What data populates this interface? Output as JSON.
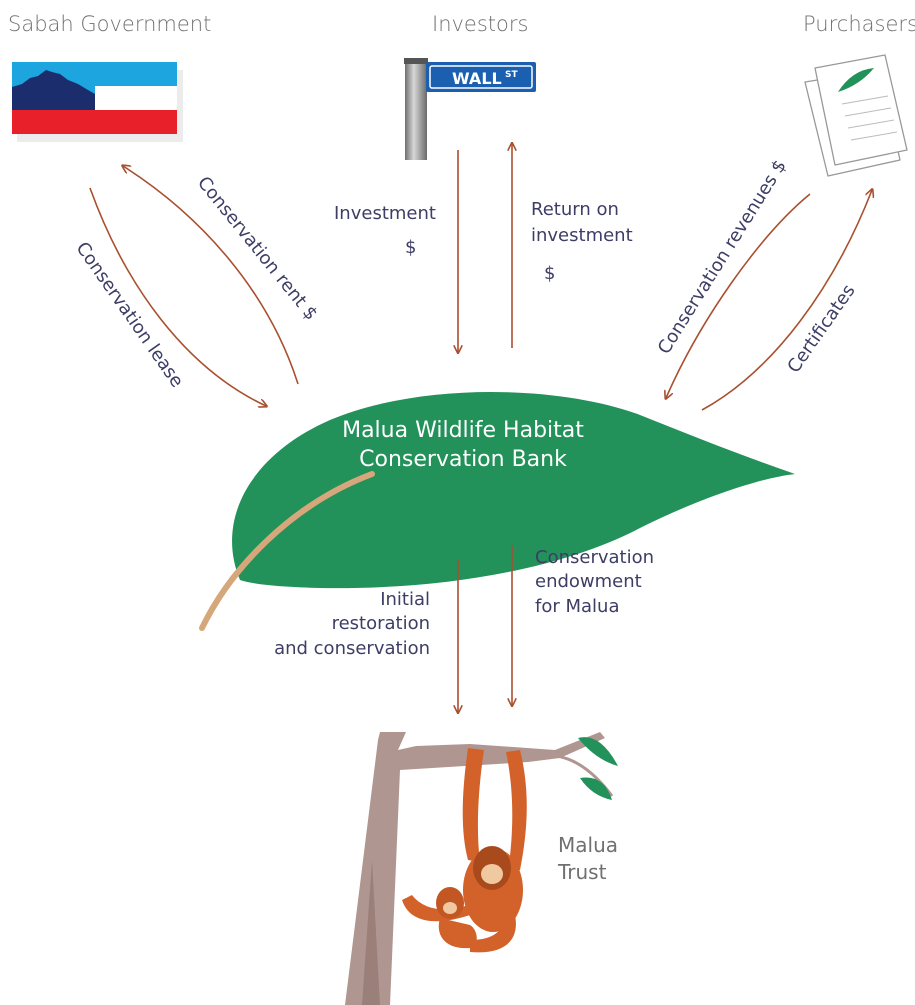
{
  "headers": {
    "sabah": "Sabah Government",
    "investors": "Investors",
    "purchasers": "Purchasers"
  },
  "sign": {
    "text": "WALL",
    "superscript": "ST"
  },
  "bank": {
    "line1": "Malua Wildlife Habitat",
    "line2": "Conservation Bank"
  },
  "flows": {
    "investment": "Investment",
    "investment_symbol": "$",
    "return_line1": "Return on",
    "return_line2": "investment",
    "return_symbol": "$",
    "conservation_rent": "Conservation rent $",
    "conservation_lease": "Conservation lease",
    "conservation_revenues": "Conservation revenues $",
    "certificates": "Certificates",
    "initial_line1": "Initial",
    "initial_line2": "restoration",
    "initial_line3": "and conservation",
    "endowment_line1": "Conservation",
    "endowment_line2": "endowment",
    "endowment_line3": "for Malua"
  },
  "trust": {
    "line1": "Malua",
    "line2": "Trust"
  },
  "colors": {
    "arrow": "#a8502f",
    "leaf": "#22915a",
    "stem": "#d6a77a",
    "label": "#3d3d66",
    "header": "#707070",
    "flag_blue": "#1da5e0",
    "flag_red": "#e8202a",
    "flag_navy": "#1c2d6e",
    "orangutan": "#d2622a",
    "branch": "#b09690"
  }
}
